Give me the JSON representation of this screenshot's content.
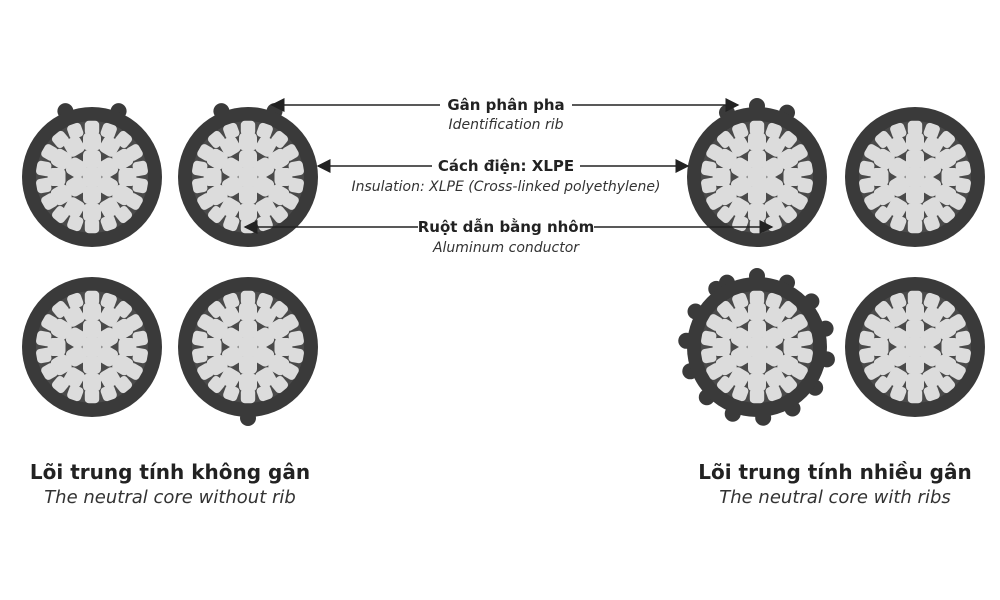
{
  "callouts": {
    "rib": {
      "label": "Gân phân pha",
      "sublabel": "Identification rib"
    },
    "insulation": {
      "label": "Cách điện: XLPE",
      "sublabel": "Insulation: XLPE (Cross-linked polyethylene)"
    },
    "conductor": {
      "label": "Ruột dẫn bằng nhôm",
      "sublabel": "Aluminum conductor"
    }
  },
  "groups": {
    "left": {
      "title": "Lõi trung tính không gân",
      "subtitle": "The neutral core without rib"
    },
    "right": {
      "title": "Lõi trung tính nhiều gân",
      "subtitle": "The neutral core with ribs"
    }
  },
  "colors": {
    "insulation": "#3a3a3a",
    "strand": "#dcdcdc",
    "strand_gap": "#4a4a4a",
    "arrow": "#222222"
  }
}
